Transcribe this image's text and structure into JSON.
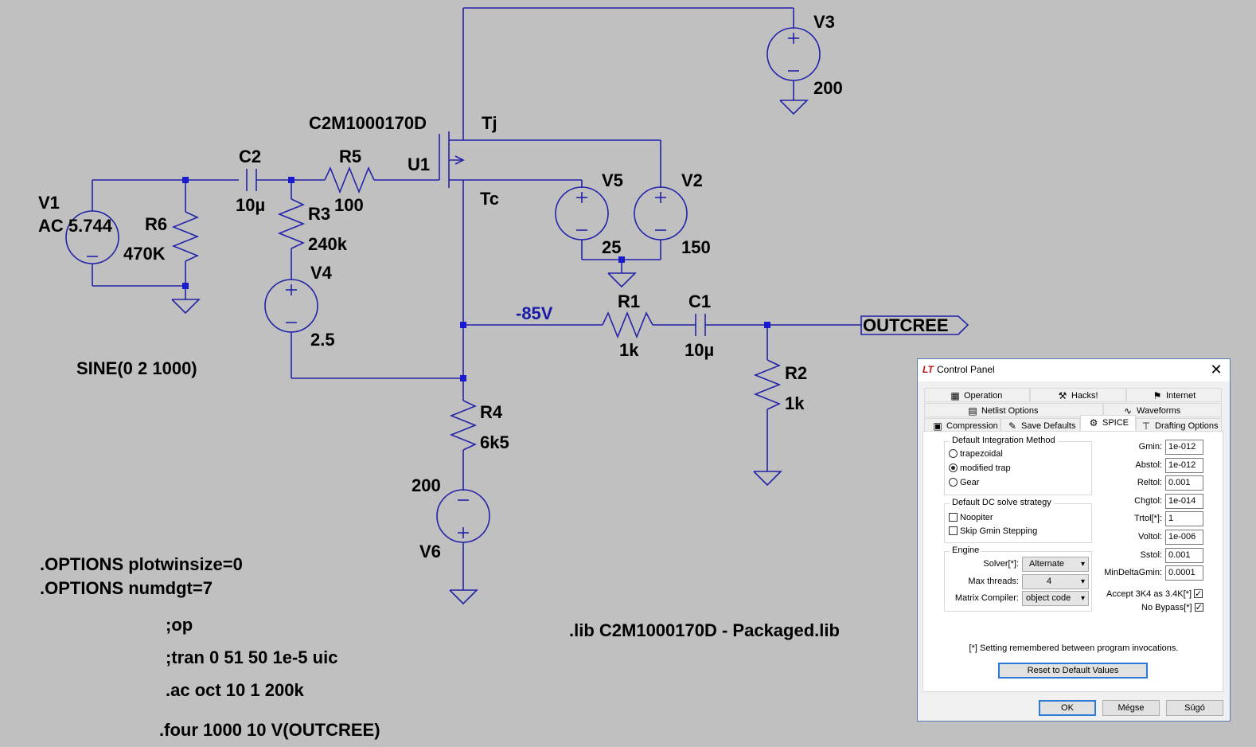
{
  "schematic": {
    "components": {
      "v1": {
        "name": "V1",
        "value": "AC 5.744",
        "value2": "SINE(0 2 1000)"
      },
      "r6": {
        "name": "R6",
        "value": "470K"
      },
      "c2": {
        "name": "C2",
        "value": "10µ"
      },
      "r5": {
        "name": "R5",
        "value": "100"
      },
      "r3": {
        "name": "R3",
        "value": "240k"
      },
      "v4": {
        "name": "V4",
        "value": "2.5"
      },
      "u1": {
        "name": "U1",
        "model": "C2M1000170D",
        "pin_tj": "Tj",
        "pin_tc": "Tc"
      },
      "v3": {
        "name": "V3",
        "value": "200"
      },
      "v5": {
        "name": "V5",
        "value": "25"
      },
      "v2": {
        "name": "V2",
        "value": "150"
      },
      "r1": {
        "name": "R1",
        "value": "1k"
      },
      "c1": {
        "name": "C1",
        "value": "10µ"
      },
      "r2": {
        "name": "R2",
        "value": "1k"
      },
      "r4": {
        "name": "R4",
        "value": "6k5"
      },
      "v6": {
        "name": "V6",
        "value": "200"
      }
    },
    "net_label": "-85V",
    "output_port": "OUTCREE",
    "directives": {
      "opt1": ".OPTIONS plotwinsize=0",
      "opt2": ".OPTIONS numdgt=7",
      "op": ";op",
      "tran": ";tran 0 51 50 1e-5 uic",
      "ac": ".ac oct 10 1 200k",
      "four": ".four 1000 10 V(OUTCREE)",
      "lib": ".lib C2M1000170D - Packaged.lib"
    }
  },
  "control_panel": {
    "title": "Control Panel",
    "close_glyph": "✕",
    "tabs_row1": [
      {
        "label": "Operation",
        "icon": "operation-icon",
        "glyph": "▦"
      },
      {
        "label": "Hacks!",
        "icon": "hacks-icon",
        "glyph": "⚒"
      },
      {
        "label": "Internet",
        "icon": "internet-icon",
        "glyph": "⚑"
      }
    ],
    "tabs_row2": [
      {
        "label": "Netlist Options",
        "icon": "netlist-icon",
        "glyph": "▤"
      },
      {
        "label": "Waveforms",
        "icon": "waveforms-icon",
        "glyph": "∿"
      }
    ],
    "tabs_row3": [
      {
        "label": "Compression",
        "icon": "compression-icon",
        "glyph": "▣"
      },
      {
        "label": "Save Defaults",
        "icon": "save-defaults-icon",
        "glyph": "✎"
      },
      {
        "label": "SPICE",
        "icon": "spice-icon",
        "glyph": "⚙"
      },
      {
        "label": "Drafting Options",
        "icon": "drafting-icon",
        "glyph": "⊤"
      }
    ],
    "active_tab": "SPICE",
    "integration": {
      "title": "Default Integration Method",
      "options": [
        "trapezoidal",
        "modified trap",
        "Gear"
      ],
      "selected": "modified trap"
    },
    "dc_strategy": {
      "title": "Default DC solve strategy",
      "noopiter": {
        "label": "Noopiter",
        "checked": false
      },
      "skip_gmin": {
        "label": "Skip Gmin Stepping",
        "checked": false
      }
    },
    "engine": {
      "title": "Engine",
      "solver": {
        "label": "Solver[*]:",
        "value": "Alternate"
      },
      "threads": {
        "label": "Max threads:",
        "value": "4"
      },
      "compiler": {
        "label": "Matrix Compiler:",
        "value": "object code"
      }
    },
    "fields": [
      {
        "label": "Gmin:",
        "value": "1e-012"
      },
      {
        "label": "Abstol:",
        "value": "1e-012"
      },
      {
        "label": "Reltol:",
        "value": "0.001"
      },
      {
        "label": "Chgtol:",
        "value": "1e-014"
      },
      {
        "label": "Trtol[*]:",
        "value": "1"
      },
      {
        "label": "Voltol:",
        "value": "1e-006"
      },
      {
        "label": "Sstol:",
        "value": "0.001"
      },
      {
        "label": "MinDeltaGmin:",
        "value": "0.0001"
      }
    ],
    "accept_3k4": {
      "label": "Accept 3K4 as 3.4K[*]",
      "checked": true
    },
    "no_bypass": {
      "label": "No Bypass[*]",
      "checked": true
    },
    "note": "[*] Setting remembered between program invocations.",
    "reset_label": "Reset to Default Values",
    "buttons": {
      "ok": "OK",
      "cancel": "Mégse",
      "help": "Súgó"
    }
  }
}
